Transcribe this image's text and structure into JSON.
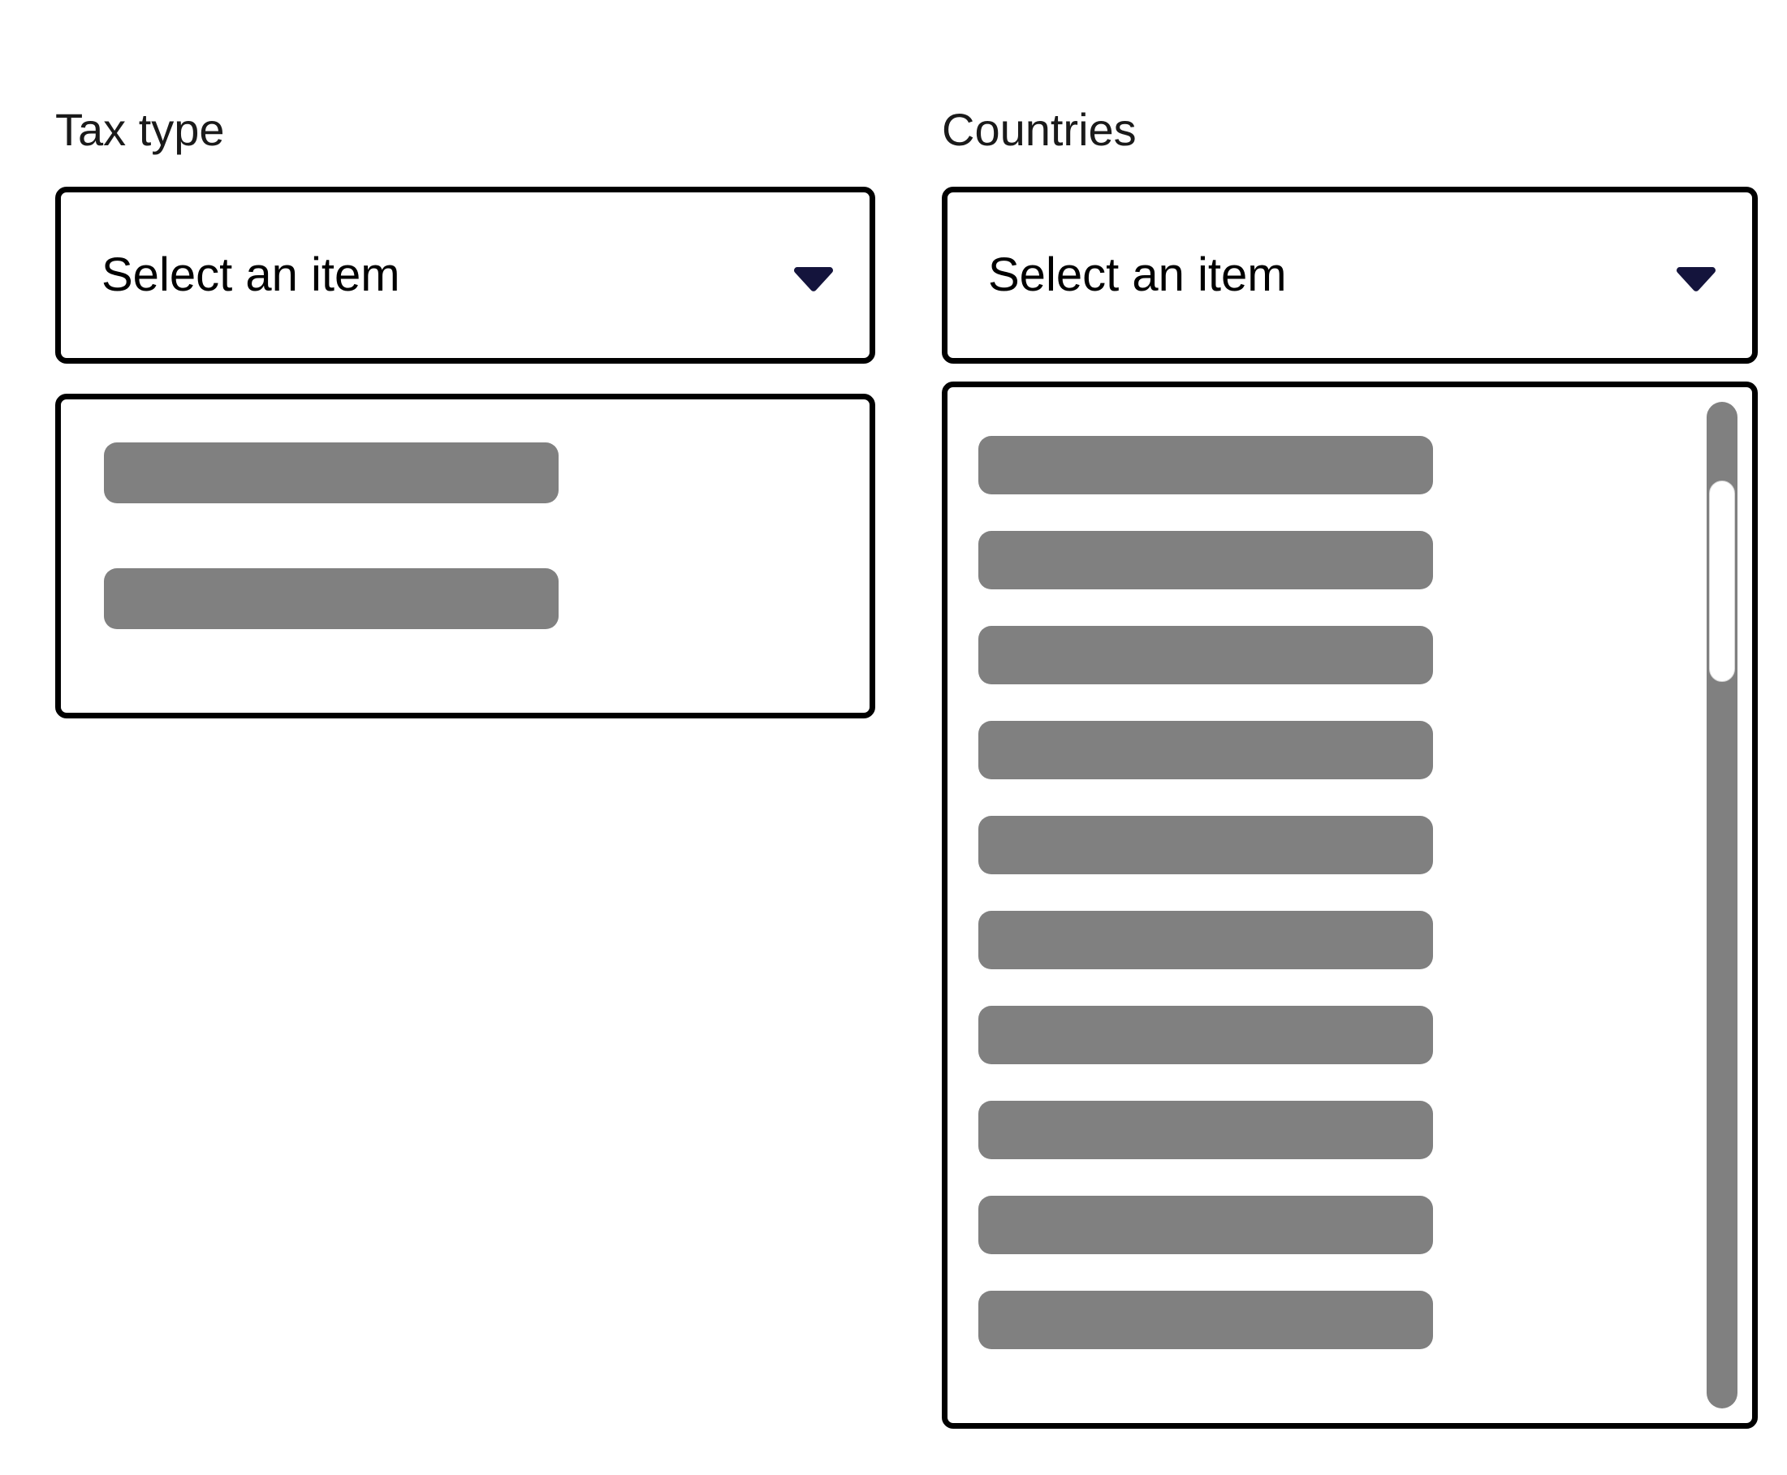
{
  "page": {
    "background_color": "#ffffff"
  },
  "colors": {
    "border": "#000000",
    "caret": "#14143c",
    "skeleton": "#808080",
    "scrollbar_track": "#808080",
    "scrollbar_thumb": "#ffffff",
    "text": "#000000",
    "label_text": "#1a1a1a"
  },
  "fields": [
    {
      "key": "tax_type",
      "label": "Tax type",
      "select": {
        "value": "Select an item",
        "placeholder": "Select an item",
        "caret_icon": "chevron-down-icon",
        "expanded": true
      },
      "dropdown": {
        "state": "loading",
        "scrollable": false,
        "skeleton_rows": 2
      }
    },
    {
      "key": "countries",
      "label": "Countries",
      "select": {
        "value": "Select an item",
        "placeholder": "Select an item",
        "caret_icon": "chevron-down-icon",
        "expanded": true
      },
      "dropdown": {
        "state": "loading",
        "scrollable": true,
        "skeleton_rows": 10,
        "scrollbar": {
          "icon": "vertical-scrollbar",
          "thumb_position": "near-top"
        }
      }
    }
  ]
}
